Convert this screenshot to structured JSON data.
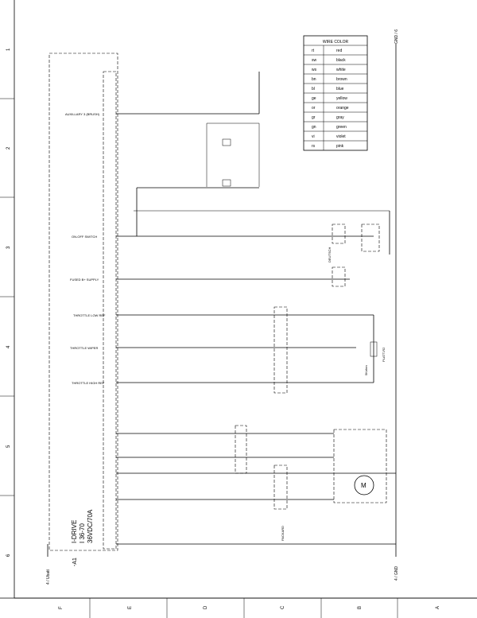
{
  "title_block": {
    "name": "I-DRIVE",
    "model": "I 36-70",
    "rating": "36VDC/70A",
    "ref": "-A1"
  },
  "row_numbers": [
    "1",
    "2",
    "3",
    "4",
    "5",
    "6"
  ],
  "col_letters": [
    "F",
    "E",
    "D",
    "C",
    "B",
    "A"
  ],
  "wire_color_table": {
    "title": "WIRE COLOR",
    "rows": [
      [
        "rt",
        "red"
      ],
      [
        "sw",
        "black"
      ],
      [
        "ws",
        "white"
      ],
      [
        "bn",
        "brown"
      ],
      [
        "bl",
        "blue"
      ],
      [
        "ge",
        "yellow"
      ],
      [
        "or",
        "orange"
      ],
      [
        "gr",
        "gray"
      ],
      [
        "gn",
        "green"
      ],
      [
        "vi",
        "violet"
      ],
      [
        "rs",
        "pink"
      ]
    ]
  },
  "labels": {
    "aux": "AUXILLARY 3 (BRUSH)",
    "onoff": "ON-OFF SWITCH",
    "fused": "FUSED B+ SUPPLY",
    "thr_low": "THROTTLE LOW REF",
    "thr_wiper": "THROTTLE WIPER",
    "thr_high": "THROTTLE HIGH REF",
    "gnd_top": "GND / 6",
    "gnd_bottom": "4 / GND",
    "ubatt": "4 / Ubatt",
    "deutsch": "DEUTSCH",
    "packard": "PACKARD",
    "plate": "PLATT-R2",
    "motor": "M",
    "ohm": "5Kohm"
  }
}
